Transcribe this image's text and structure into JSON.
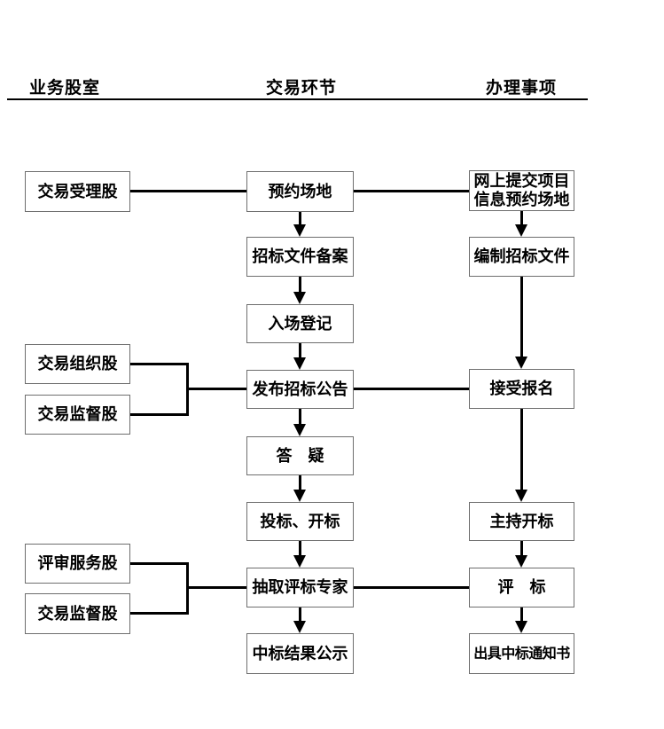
{
  "header": {
    "columns": [
      {
        "label": "业务股室"
      },
      {
        "label": "交易环节"
      },
      {
        "label": "办理事项"
      }
    ]
  },
  "boxes": {
    "left": [
      {
        "label": "交易受理股"
      },
      {
        "label": "交易组织股"
      },
      {
        "label": "交易监督股"
      },
      {
        "label": "评审服务股"
      },
      {
        "label": "交易监督股"
      }
    ],
    "middle": [
      {
        "label": "预约场地"
      },
      {
        "label": "招标文件备案"
      },
      {
        "label": "入场登记"
      },
      {
        "label": "发布招标公告"
      },
      {
        "label": "答　疑"
      },
      {
        "label": "投标、开标"
      },
      {
        "label": "抽取评标专家"
      },
      {
        "label": "中标结果公示"
      }
    ],
    "right": [
      {
        "label": "网上提交项目\n信息预约场地"
      },
      {
        "label": "编制招标文件"
      },
      {
        "label": "接受报名"
      },
      {
        "label": "主持开标"
      },
      {
        "label": "评　标"
      },
      {
        "label": "出具中标通知书"
      }
    ]
  },
  "colors": {
    "line": "#000000",
    "box_border": "#6e6e6e",
    "text": "#000000",
    "background": "#ffffff"
  }
}
